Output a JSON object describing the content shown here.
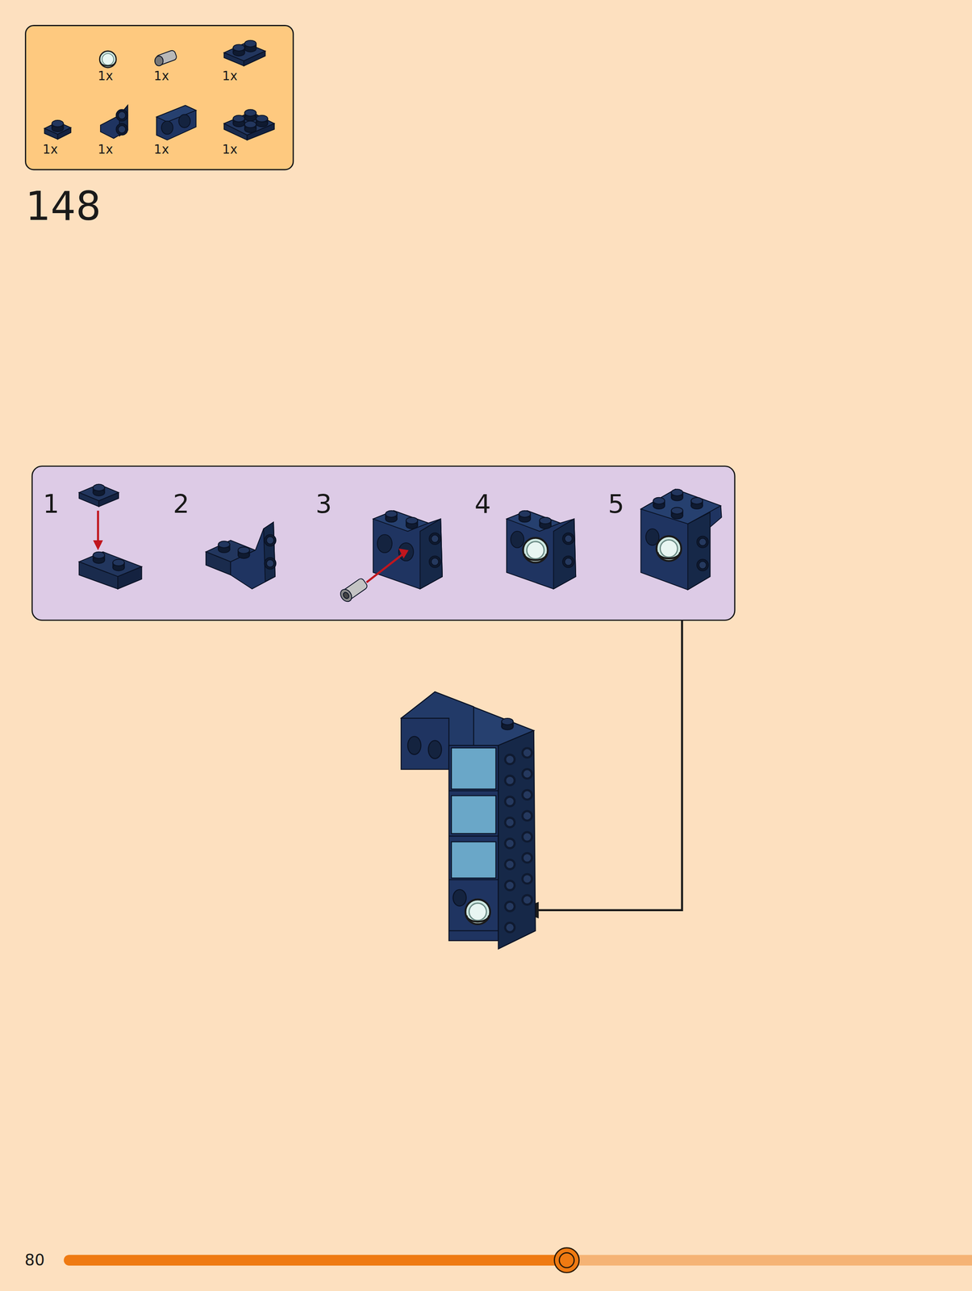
{
  "diagram": {
    "nodes": [
      {
        "text": [
          "1x",
          "1x",
          "1x",
          "1x",
          "1x",
          "1x",
          "1x"
        ]
      },
      {
        "text": [
          "1",
          "2",
          "3",
          "4",
          "5"
        ]
      }
    ],
    "labels": [
      "148",
      "80"
    ]
  }
}
